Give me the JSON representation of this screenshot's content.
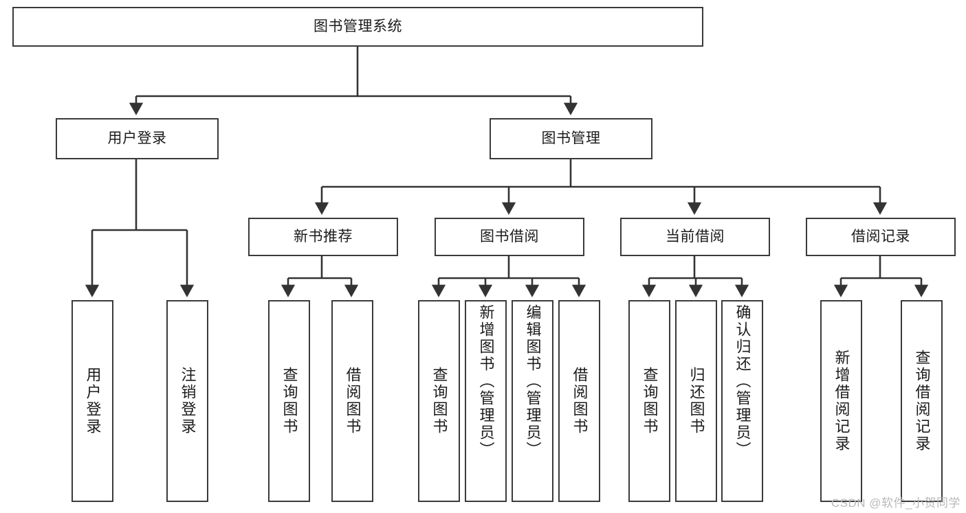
{
  "diagram": {
    "title": "图书管理系统",
    "type": "tree-hierarchy-diagram",
    "watermark": "CSDN @软件_小贺同学",
    "colors": {
      "background": "#ffffff",
      "box_border": "#3a3a3a",
      "box_fill": "#ffffff",
      "text": "#1b1b1b",
      "connector": "#333333",
      "watermark": "#b9b9b9"
    },
    "root": {
      "id": "root",
      "label": "图书管理系统",
      "orientation": "horizontal"
    },
    "level2": [
      {
        "id": "user-login",
        "label": "用户登录",
        "orientation": "horizontal"
      },
      {
        "id": "book-management",
        "label": "图书管理",
        "orientation": "horizontal"
      }
    ],
    "level3": [
      {
        "id": "new-book-recommend",
        "label": "新书推荐",
        "orientation": "horizontal",
        "parent": "book-management"
      },
      {
        "id": "book-borrow",
        "label": "图书借阅",
        "orientation": "horizontal",
        "parent": "book-management"
      },
      {
        "id": "current-borrow",
        "label": "当前借阅",
        "orientation": "horizontal",
        "parent": "book-management"
      },
      {
        "id": "borrow-record",
        "label": "借阅记录",
        "orientation": "horizontal",
        "parent": "book-management"
      }
    ],
    "leaves": [
      {
        "id": "leaf-user-login",
        "label": "用户登录",
        "parent": "user-login",
        "orientation": "vertical"
      },
      {
        "id": "leaf-logout-login",
        "label": "注销登录",
        "parent": "user-login",
        "orientation": "vertical"
      },
      {
        "id": "leaf-query-book-1",
        "label": "查询图书",
        "parent": "new-book-recommend",
        "orientation": "vertical"
      },
      {
        "id": "leaf-borrow-book-1",
        "label": "借阅图书",
        "parent": "new-book-recommend",
        "orientation": "vertical"
      },
      {
        "id": "leaf-query-book-2",
        "label": "查询图书",
        "parent": "book-borrow",
        "orientation": "vertical"
      },
      {
        "id": "leaf-add-book",
        "label": "新增图书（管理员）",
        "parent": "book-borrow",
        "orientation": "vertical"
      },
      {
        "id": "leaf-edit-book",
        "label": "编辑图书（管理员）",
        "parent": "book-borrow",
        "orientation": "vertical"
      },
      {
        "id": "leaf-borrow-book-2",
        "label": "借阅图书",
        "parent": "book-borrow",
        "orientation": "vertical"
      },
      {
        "id": "leaf-query-book-3",
        "label": "查询图书",
        "parent": "current-borrow",
        "orientation": "vertical"
      },
      {
        "id": "leaf-return-book",
        "label": "归还图书",
        "parent": "current-borrow",
        "orientation": "vertical"
      },
      {
        "id": "leaf-confirm-return",
        "label": "确认归还（管理员）",
        "parent": "current-borrow",
        "orientation": "vertical"
      },
      {
        "id": "leaf-add-borrow-record",
        "label": "新增借阅记录",
        "parent": "borrow-record",
        "orientation": "vertical"
      },
      {
        "id": "leaf-query-borrow-record",
        "label": "查询借阅记录",
        "parent": "borrow-record",
        "orientation": "vertical"
      }
    ]
  }
}
